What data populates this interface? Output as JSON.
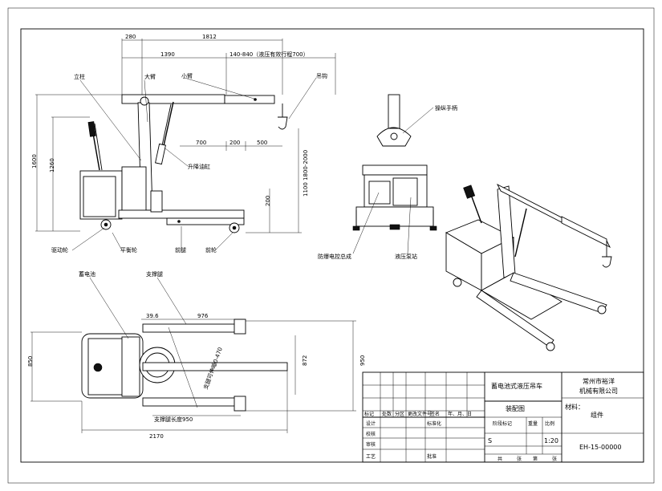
{
  "dimensions": {
    "top_280": "280",
    "top_1812": "1812",
    "top_1390": "1390",
    "top_stroke": "140-840（液压有效行程700）",
    "side_1600": "1600",
    "side_1260": "1260",
    "right_1100": "1100 1800-2000",
    "right_200": "200",
    "mid_700": "700",
    "mid_200": "200",
    "mid_500": "500",
    "plan_850": "850",
    "plan_872": "872",
    "plan_950": "950",
    "plan_396": "39.6",
    "plan_976": "976",
    "plan_2170": "2170",
    "plan_leg_len": "支撑腿长度950",
    "plan_leg_extend": "支腿可伸缩0-470"
  },
  "labels": {
    "column": "立柱",
    "big_arm": "大臂",
    "small_arm": "小臂",
    "hook": "吊钩",
    "lift_cylinder": "升降油缸",
    "drive_wheel": "驱动轮",
    "balance_wheel": "平衡轮",
    "support_leg": "前腿",
    "front_wheel": "前轮",
    "battery": "蓄电池",
    "support_leg_top": "支撑腿",
    "handle": "操纵手柄",
    "control_box": "防爆电控总成",
    "hydraulic_pump": "液压泵站"
  },
  "title_block": {
    "company": "常州市裕洋\n机械有限公司",
    "product": "蓄电池式液压吊车",
    "drawing_type": "装配图",
    "material_label": "材料：",
    "material_value": "组件",
    "scale": "1:20",
    "stage": "S",
    "drawing_no": "EH-15-00000",
    "header_cells": [
      "标记",
      "处数",
      "分区",
      "更改文件号",
      "签名",
      "年、月、日"
    ],
    "row_labels": [
      "设计",
      "校核",
      "审核",
      "工艺"
    ],
    "std_label": "标准化",
    "approve_label": "批准",
    "stage_label": "阶段标记",
    "weight_label": "重量",
    "scale_label": "比例",
    "sheet_cells": [
      "共",
      "张",
      "第",
      "张"
    ]
  }
}
